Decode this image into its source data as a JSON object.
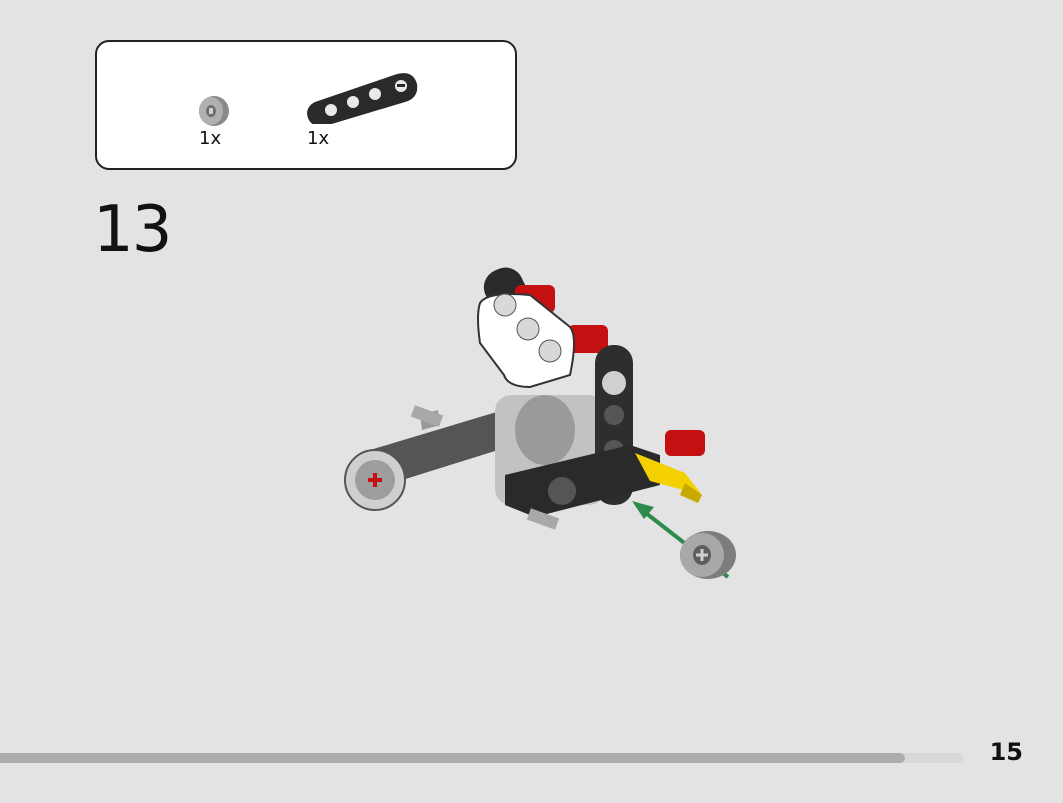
{
  "parts_list": {
    "items": [
      {
        "name": "bush-half",
        "qty": "1x",
        "color": "#9a9a9a"
      },
      {
        "name": "beam-4-black",
        "qty": "1x",
        "color": "#2a2a2a"
      }
    ]
  },
  "step": {
    "number": "13"
  },
  "page": {
    "number": "15",
    "progress": 0.94
  },
  "colors": {
    "arrow": "#2e8b4e",
    "axle_yellow": "#f5d000",
    "pin_red": "#c41010"
  }
}
